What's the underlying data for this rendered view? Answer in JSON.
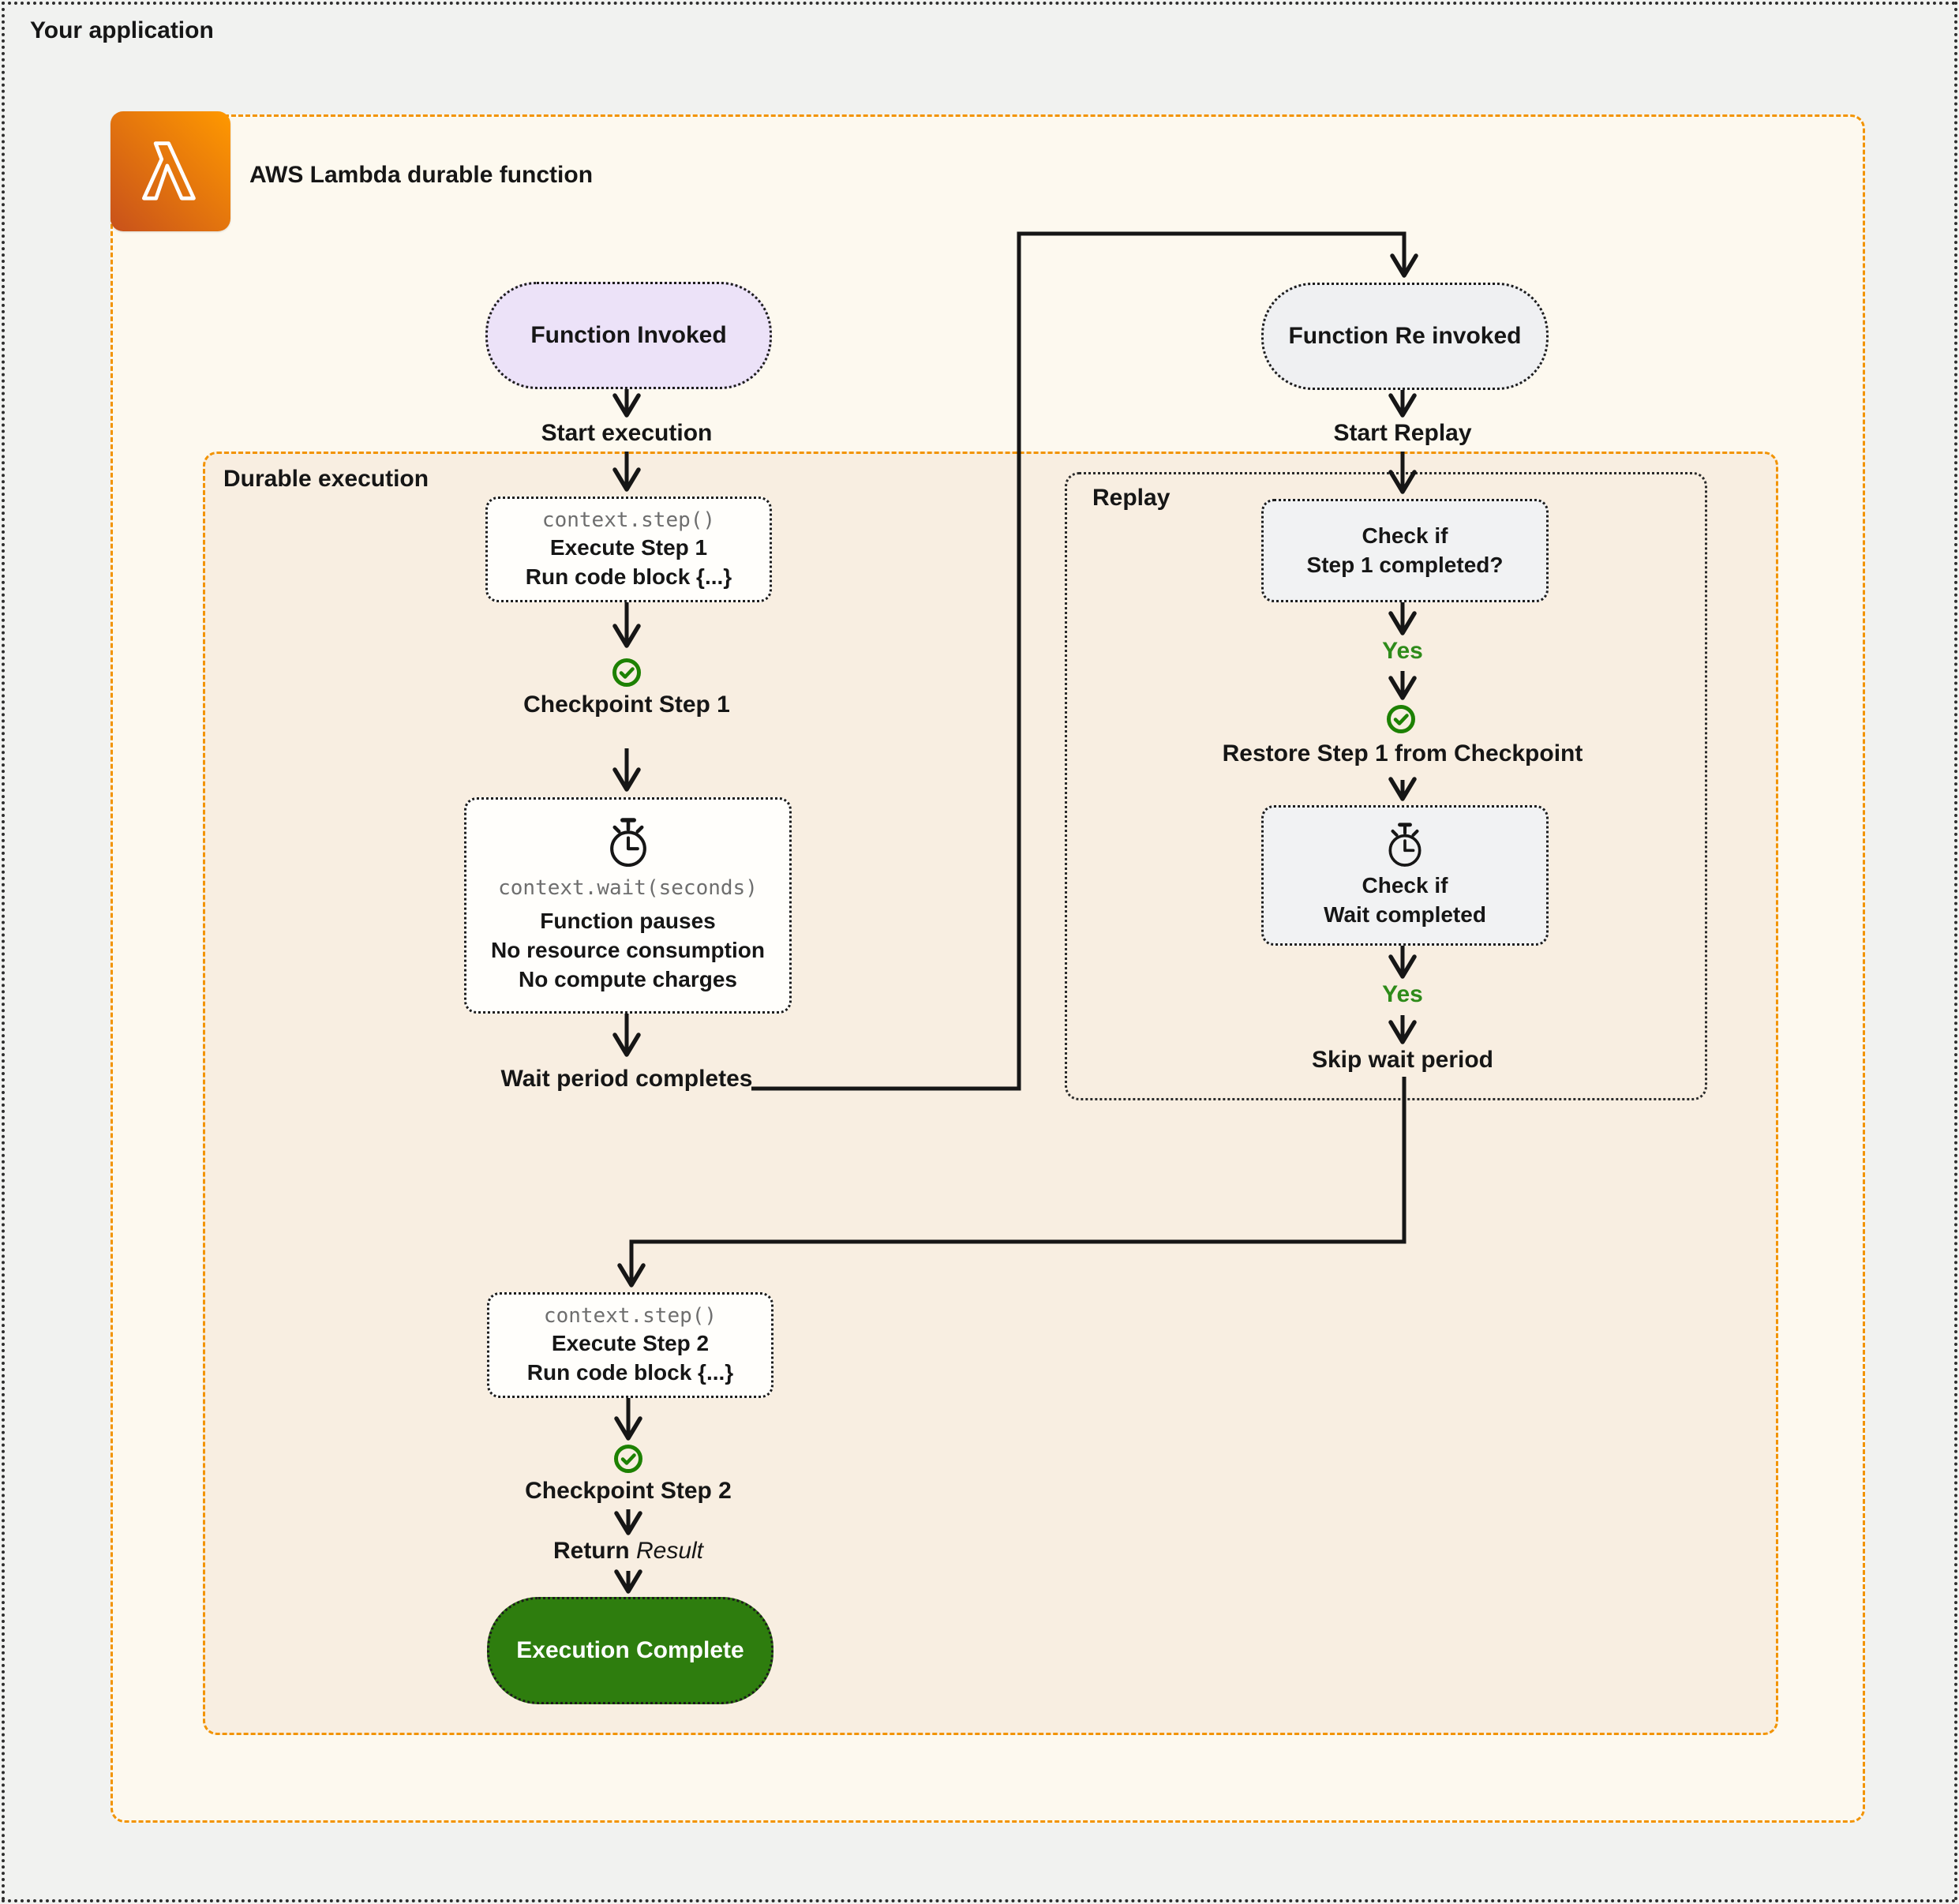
{
  "page": {
    "title": "Your application"
  },
  "lambda": {
    "title": "AWS Lambda durable function"
  },
  "durable": {
    "label": "Durable execution"
  },
  "left": {
    "function_invoked": "Function Invoked",
    "start_execution": "Start execution",
    "step1": {
      "code": "context.step()",
      "line1": "Execute Step 1",
      "line2": "Run code block {...}"
    },
    "checkpoint1": "Checkpoint Step 1",
    "wait": {
      "code": "context.wait(seconds)",
      "line1": "Function pauses",
      "line2": "No resource consumption",
      "line3": "No compute charges"
    },
    "wait_completes": "Wait period completes",
    "step2": {
      "code": "context.step()",
      "line1": "Execute Step 2",
      "line2": "Run code block {...}"
    },
    "checkpoint2": "Checkpoint Step 2",
    "return_word": "Return",
    "return_result": "Result",
    "execution_complete": "Execution Complete"
  },
  "replay": {
    "label": "Replay",
    "function_reinvoked": "Function Re invoked",
    "start_replay": "Start Replay",
    "check_step1": {
      "line1": "Check if",
      "line2": "Step 1 completed?"
    },
    "yes1": "Yes",
    "restore": "Restore Step 1 from Checkpoint",
    "check_wait": {
      "line1": "Check if",
      "line2": "Wait completed"
    },
    "yes2": "Yes",
    "skip": "Skip wait period"
  },
  "icons": {
    "lambda": "lambda-icon",
    "stopwatch": "stopwatch-icon",
    "checkpoint": "check-circle-icon"
  },
  "colors": {
    "page_bg": "#f1f2f0",
    "lambda_bg": "#fdf9ef",
    "durable_bg": "#f8eee1",
    "accent_orange": "#F29300",
    "invoked_pill": "#ece2f8",
    "reinvoked_pill": "#eff0f2",
    "complete_green": "#2e7d0e",
    "yes_green": "#2e8b1a",
    "check_green": "#1d8102",
    "code_gray": "#6e6e6e",
    "icon_gradient_from": "#c8511b",
    "icon_gradient_to": "#ff9900"
  }
}
